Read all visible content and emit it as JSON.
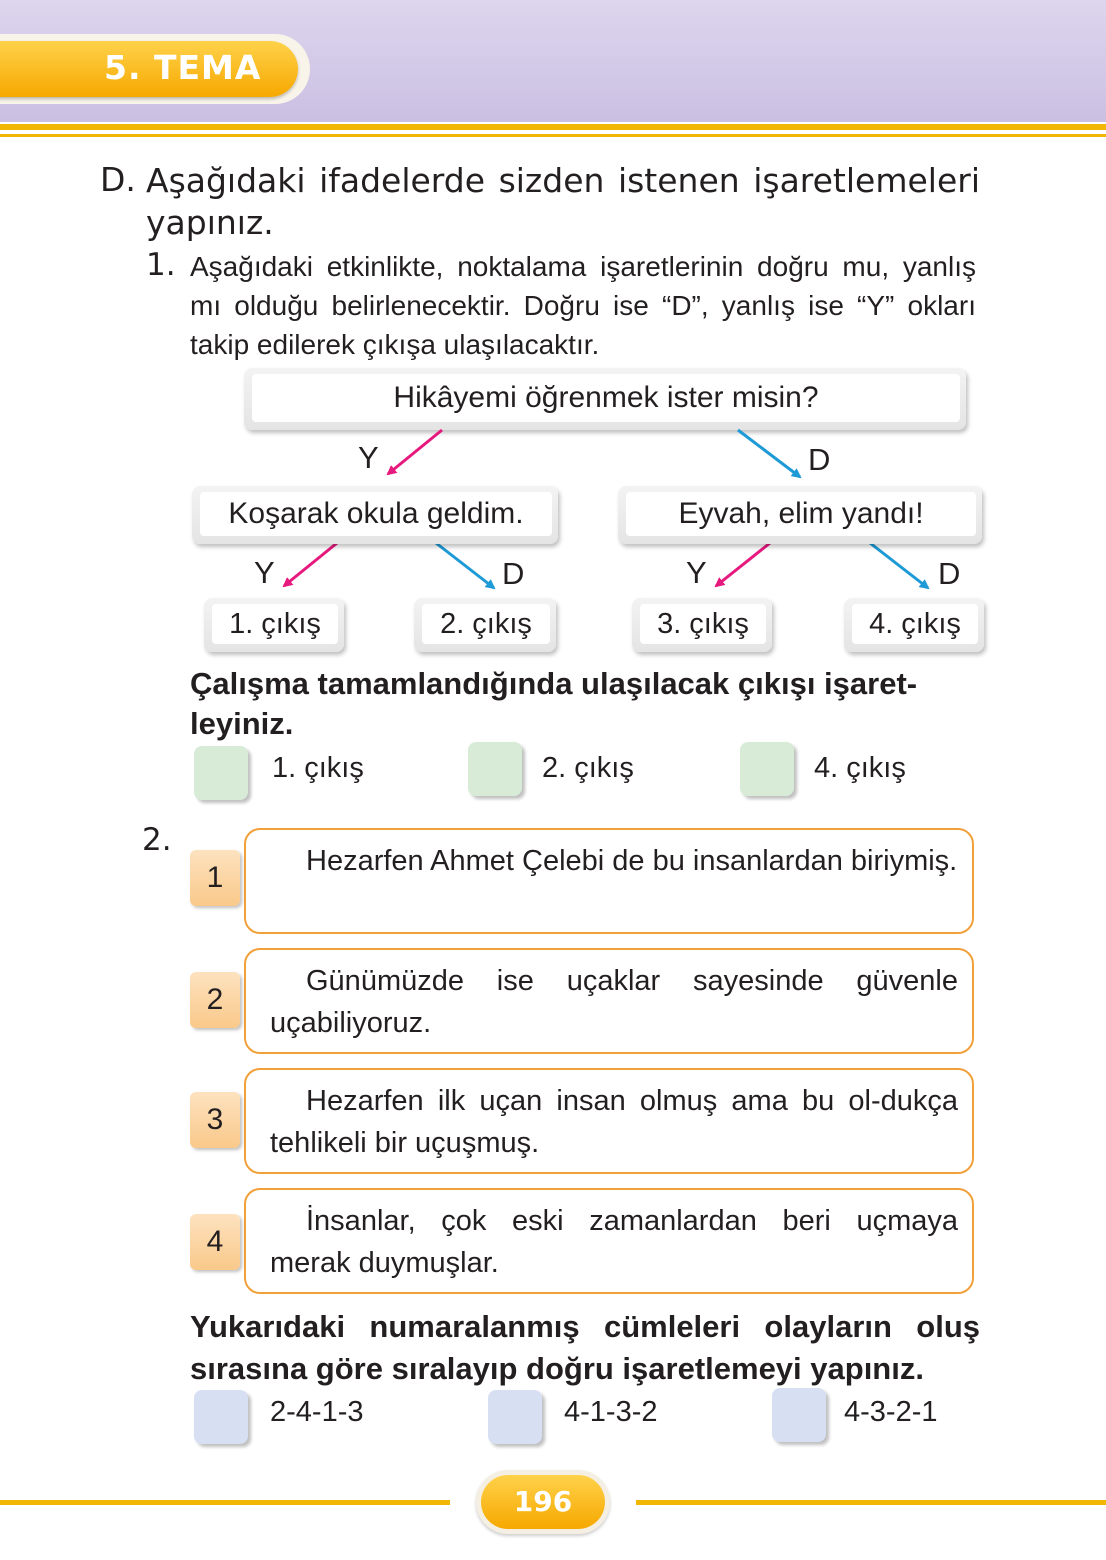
{
  "header": {
    "theme_label": "5. TEMA"
  },
  "section_d": {
    "letter": "D.",
    "title": "Aşağıdaki ifadelerde sizden istenen işaretlemeleri yapınız."
  },
  "q1": {
    "number": "1.",
    "instructions": "Aşağıdaki etkinlikte, noktalama işaretlerinin doğru mu, yanlış mı olduğu belirlenecektir. Doğru ise “D”, yanlış ise “Y” okları takip edilerek çıkışa ulaşılacaktır.",
    "flow": {
      "root": "Hikâyemi öğrenmek ister misin?",
      "left": "Koşarak okula geldim.",
      "right": "Eyvah, elim yandı!",
      "label_y": "Y",
      "label_d": "D",
      "exits": [
        "1. çıkış",
        "2. çıkış",
        "3. çıkış",
        "4. çıkış"
      ]
    },
    "question": "Çalışma tamamlandığında ulaşılacak çıkışı işaret-leyiniz.",
    "options": [
      "1. çıkış",
      "2. çıkış",
      "4. çıkış"
    ]
  },
  "q2": {
    "number": "2.",
    "sentences": [
      {
        "num": "1",
        "text": "Hezarfen Ahmet Çelebi de bu insanlardan biriymiş."
      },
      {
        "num": "2",
        "text": "Günümüzde ise uçaklar sayesinde güvenle uçabiliyoruz."
      },
      {
        "num": "3",
        "text": "Hezarfen ilk uçan insan olmuş ama bu ol-dukça tehlikeli bir uçuşmuş."
      },
      {
        "num": "4",
        "text": "İnsanlar, çok eski zamanlardan beri uçmaya merak duymuşlar."
      }
    ],
    "question": "Yukarıdaki numaralanmış cümleleri olayların oluş sırasına göre sıralayıp doğru işaretlemeyi yapınız.",
    "options": [
      "2-4-1-3",
      "4-1-3-2",
      "4-3-2-1"
    ]
  },
  "colors": {
    "accent": "#f2b705",
    "pink_arrow": "#e6197e",
    "blue_arrow": "#1e9ad6",
    "sentence_border": "#f2a03a"
  },
  "footer": {
    "page_number": "196"
  }
}
